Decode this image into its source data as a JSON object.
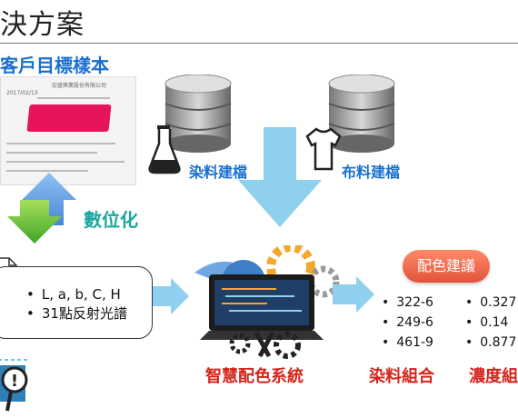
{
  "page": {
    "title": "決方案"
  },
  "sample": {
    "title": "客戶目標樣本",
    "doc_header": "宏盛興業股份有限公司",
    "doc_date": "2017/02/13"
  },
  "digitize_label": "數位化",
  "doc_icon_name": "document-icon",
  "search_icon_name": "magnifier-icon",
  "properties": [
    "L, a, b, C, H",
    "31點反射光譜"
  ],
  "databases": [
    {
      "label": "染料建檔",
      "badge_icon": "flask-icon"
    },
    {
      "label": "布料建檔",
      "badge_icon": "shirt-icon"
    }
  ],
  "system_label": "智慧配色系統",
  "suggestion_label": "配色建議",
  "dye_combo": {
    "label": "染料組合",
    "items": [
      "322-6",
      "249-6",
      "461-9"
    ]
  },
  "concentration": {
    "label": "濃度組",
    "items": [
      "0.327",
      "0.14",
      "0.877"
    ]
  },
  "colors": {
    "arrow": "#8fd0ee",
    "accent_blue": "#1a6fd0",
    "accent_red": "#d4231a",
    "teal": "#1aa89c"
  }
}
